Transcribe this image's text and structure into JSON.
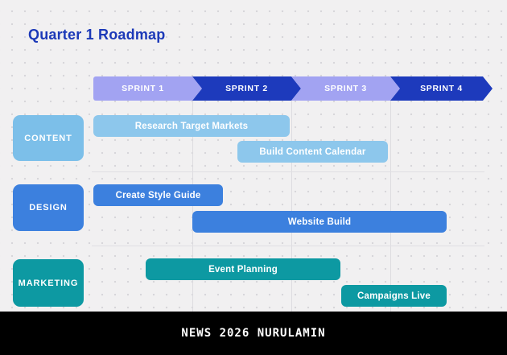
{
  "title": {
    "text": "Quarter 1 Roadmap",
    "color": "#1c39b8"
  },
  "sprints": [
    {
      "label": "SPRINT 1",
      "color": "#a2a3f2"
    },
    {
      "label": "SPRINT 2",
      "color": "#1d3abc"
    },
    {
      "label": "SPRINT 3",
      "color": "#a2a3f2"
    },
    {
      "label": "SPRINT 4",
      "color": "#1d3abc"
    }
  ],
  "rows": [
    {
      "label": "CONTENT",
      "color": "#7cbfe9",
      "bar_color": "#8dc7ec",
      "bars": [
        {
          "label": "Research Target Markets"
        },
        {
          "label": "Build Content Calendar"
        }
      ]
    },
    {
      "label": "DESIGN",
      "color": "#3c80de",
      "bar_color": "#3c80de",
      "bars": [
        {
          "label": "Create Style Guide"
        },
        {
          "label": "Website Build"
        }
      ]
    },
    {
      "label": "MARKETING",
      "color": "#0d99a2",
      "bar_color": "#0d99a2",
      "bars": [
        {
          "label": "Event Planning"
        },
        {
          "label": "Campaigns Live"
        }
      ]
    }
  ],
  "footer": {
    "text": "NEWS 2026 NURULAMIN",
    "background": "#000000",
    "text_color": "#ffffff"
  },
  "background": {
    "color": "#f1f0f1",
    "dot_color": "#d7d6da",
    "gridline_color": "#dddce0"
  },
  "chart_data": {
    "type": "bar",
    "subtype": "gantt-roadmap",
    "title": "Quarter 1 Roadmap",
    "x_axis": {
      "unit": "sprints",
      "ticks": [
        "SPRINT 1",
        "SPRINT 2",
        "SPRINT 3",
        "SPRINT 4"
      ],
      "range": [
        1,
        5
      ]
    },
    "categories": [
      "CONTENT",
      "DESIGN",
      "MARKETING"
    ],
    "series": [
      {
        "name": "Research Target Markets",
        "row": "CONTENT",
        "start_sprint": 1.0,
        "end_sprint": 3.0
      },
      {
        "name": "Build Content Calendar",
        "row": "CONTENT",
        "start_sprint": 2.45,
        "end_sprint": 4.0
      },
      {
        "name": "Create Style Guide",
        "row": "DESIGN",
        "start_sprint": 1.0,
        "end_sprint": 2.3
      },
      {
        "name": "Website Build",
        "row": "DESIGN",
        "start_sprint": 2.0,
        "end_sprint": 4.55
      },
      {
        "name": "Event Planning",
        "row": "MARKETING",
        "start_sprint": 1.55,
        "end_sprint": 3.5
      },
      {
        "name": "Campaigns Live",
        "row": "MARKETING",
        "start_sprint": 3.5,
        "end_sprint": 4.55
      }
    ],
    "legend": false,
    "grid": "vertical-sprint-boundaries"
  }
}
